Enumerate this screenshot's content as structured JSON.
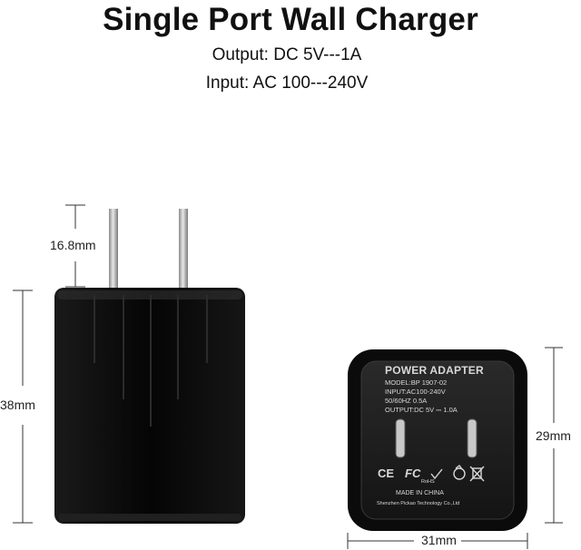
{
  "title": "Single Port Wall Charger",
  "specs": {
    "output": "Output: DC 5V---1A",
    "input": "Input: AC 100---240V"
  },
  "dimensions": {
    "prong_length": "16.8mm",
    "height": "38mm",
    "depth": "29mm",
    "width": "31mm"
  },
  "label": {
    "heading": "POWER ADAPTER",
    "model": "MODEL:BP 1907-02",
    "input": "INPUT:AC100-240V",
    "frequency": "50/60HZ 0.5A",
    "output": "OUTPUT:DC 5V ⎓ 1.0A",
    "origin": "MADE IN CHINA",
    "maker": "Shenzhen Pickao Technology Co.,Ltd",
    "cert_ce": "CE",
    "cert_fc": "FC",
    "cert_rohs": "RoHS"
  },
  "colors": {
    "body": "#0a0a0a",
    "label_text": "#d8d8d8",
    "dimension_line": "#333333"
  }
}
